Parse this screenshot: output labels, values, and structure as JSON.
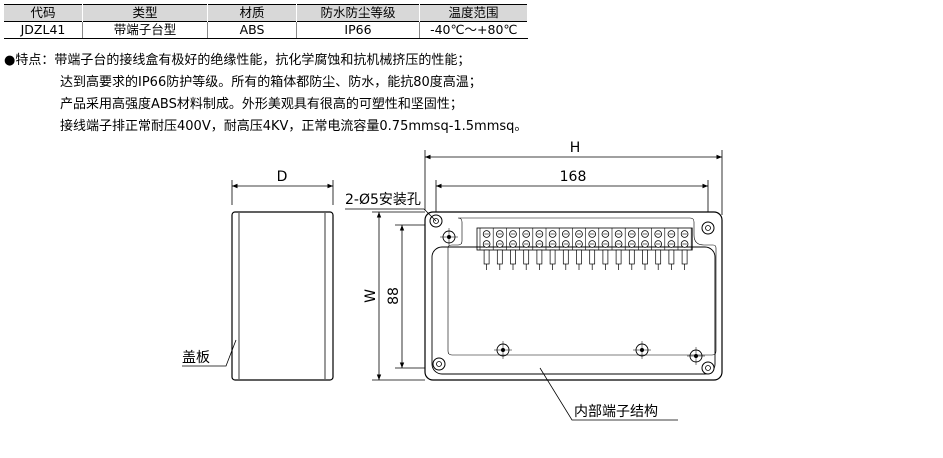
{
  "spec_table": {
    "headers": [
      "代码",
      "类型",
      "材质",
      "防水防尘等级",
      "温度范围"
    ],
    "row": [
      "JDZL41",
      "带端子台型",
      "ABS",
      "IP66",
      "-40℃～+80℃"
    ]
  },
  "features": {
    "bullet": "●",
    "prefix": "特点：",
    "lines": [
      "带端子台的接线盒有极好的绝缘性能，抗化学腐蚀和抗机械挤压的性能；",
      "达到高要求的IP66防护等级。所有的箱体都防尘、防水，能抗80度高温；",
      "产品采用高强度ABS材料制成。外形美观具有很高的可塑性和坚固性；",
      "接线端子排正常耐压400V，耐高压4KV，正常电流容量0.75mmsq-1.5mmsq。"
    ]
  },
  "drawing": {
    "dim_d": "D",
    "dim_h": "H",
    "dim_168": "168",
    "dim_w": "W",
    "dim_88": "88",
    "hole_label": "2-Ø5安装孔",
    "cover_label": "盖板",
    "terminal_label": "内部端子结构",
    "terminal_count": 16
  }
}
